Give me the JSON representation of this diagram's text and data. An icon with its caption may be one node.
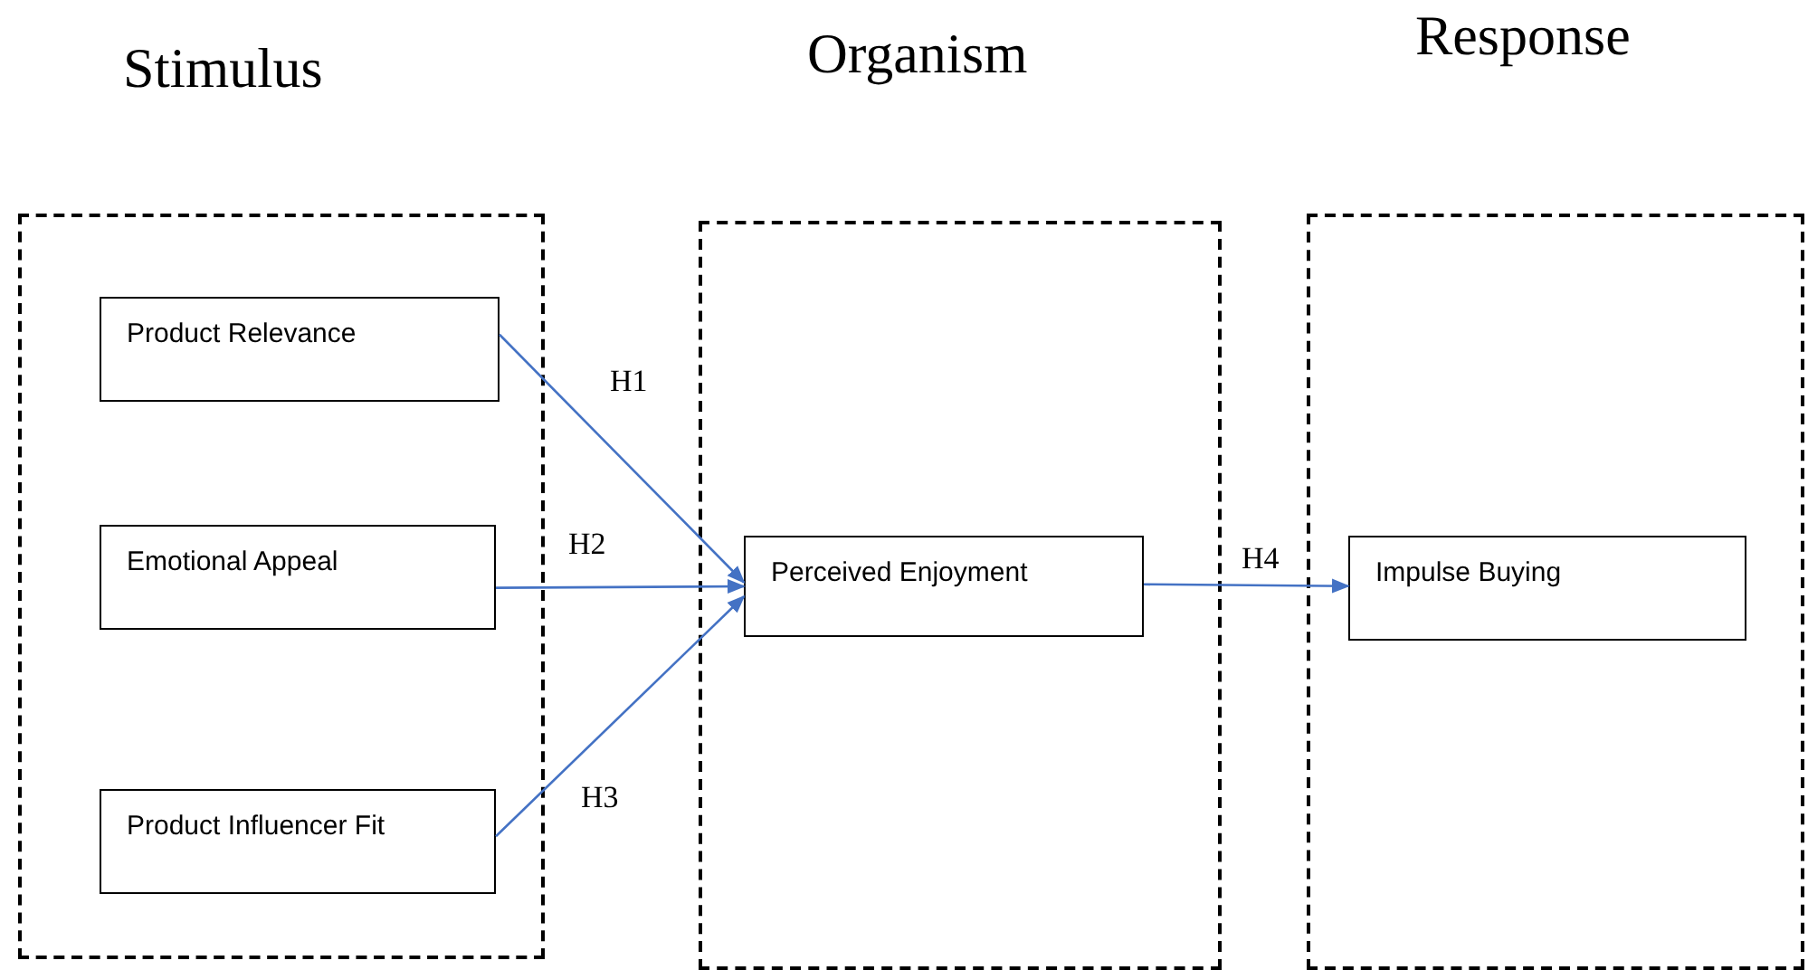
{
  "diagram": {
    "nodes": [
      {
        "text": [
          "Stimulus"
        ]
      },
      {
        "text": [
          "Product Relevance"
        ],
        "in": 0
      },
      {
        "text": [
          "Emotional Appeal"
        ],
        "in": 0
      },
      {
        "text": [
          "Product Influencer Fit"
        ],
        "in": 0
      },
      {
        "text": [
          "Organism"
        ]
      },
      {
        "text": [
          "Perceived Enjoyment"
        ],
        "in": 4
      },
      {
        "text": [
          "Response"
        ]
      },
      {
        "text": [
          "Impulse Buying"
        ],
        "in": 6
      }
    ],
    "edges": [
      {
        "from": 1,
        "to": 5,
        "arrow": "to",
        "label": "H1"
      },
      {
        "from": 2,
        "to": 5,
        "arrow": "to",
        "label": "H2"
      },
      {
        "from": 3,
        "to": 5,
        "arrow": "to",
        "label": "H3"
      },
      {
        "from": 5,
        "to": 7,
        "arrow": "to",
        "label": "H4"
      }
    ]
  }
}
